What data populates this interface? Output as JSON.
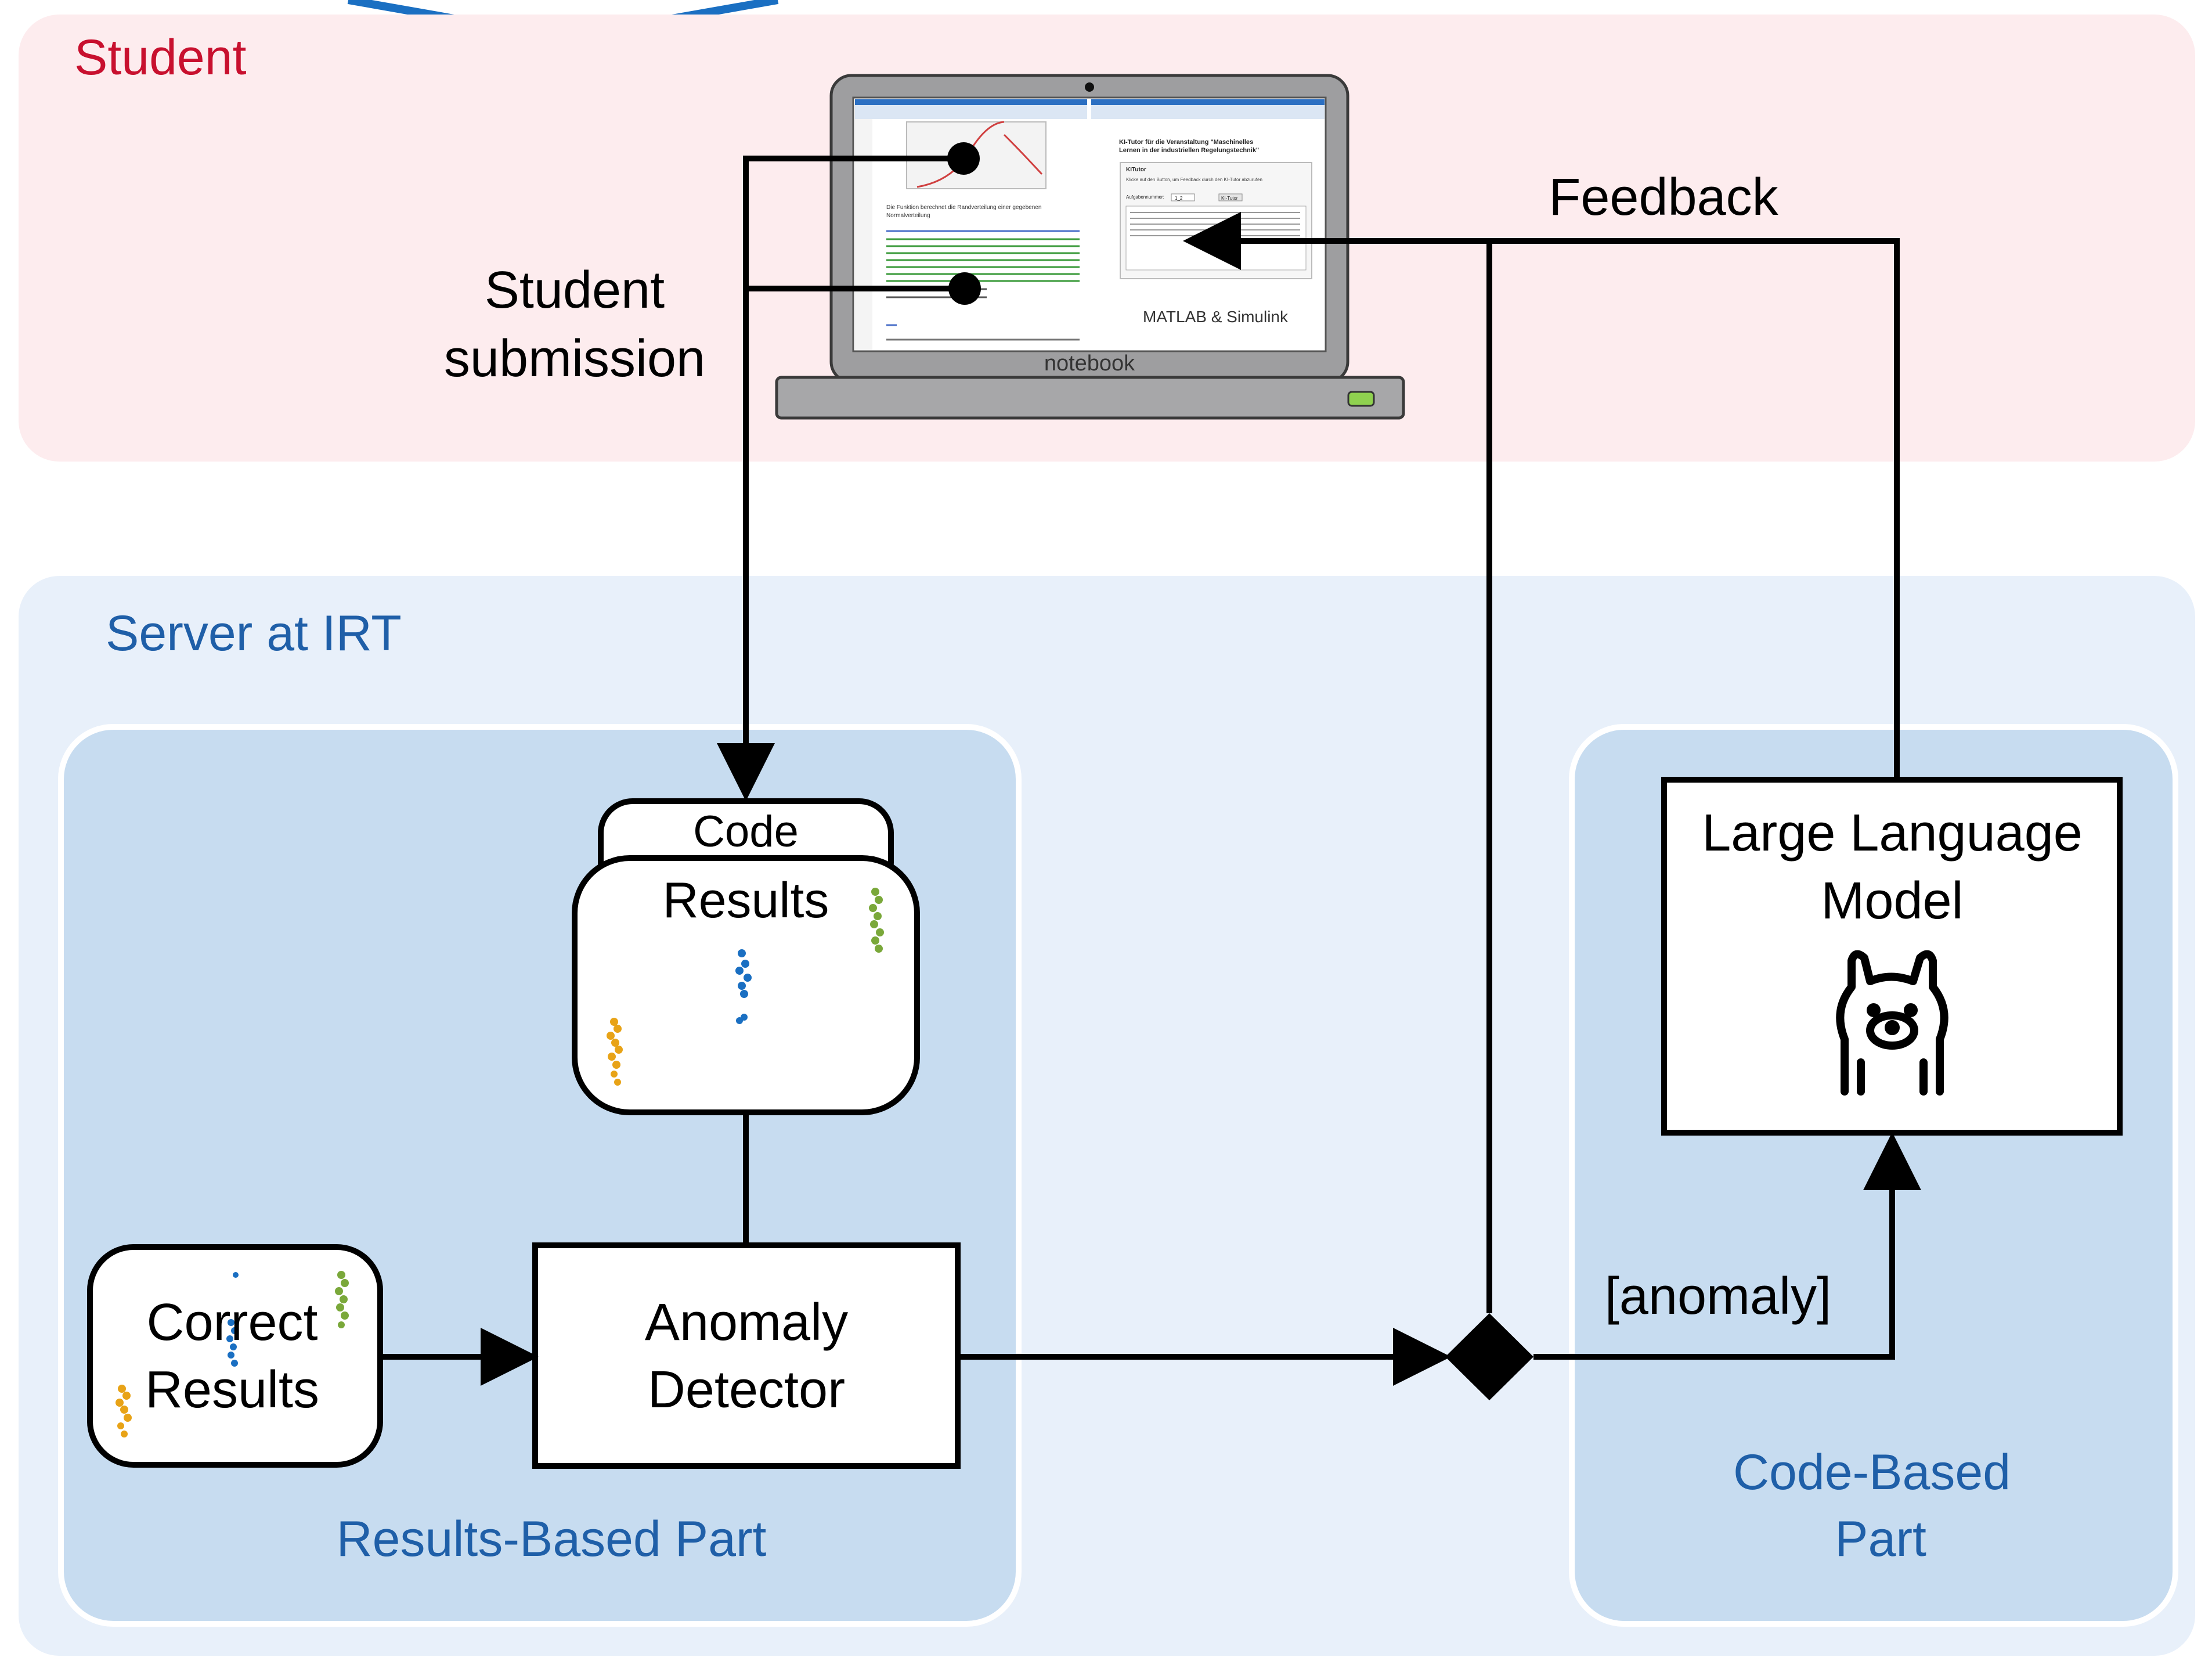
{
  "zones": {
    "student": {
      "label": "Student",
      "color": "#c8102e"
    },
    "server": {
      "label": "Server at IRT",
      "color": "#1f5fa8"
    },
    "results_part": {
      "label": "Results-Based Part"
    },
    "code_part": {
      "label_line1": "Code-Based",
      "label_line2": "Part"
    }
  },
  "laptop": {
    "label": "notebook",
    "right_pane": {
      "title_line1": "KI-Tutor für die Veranstaltung \"Maschinelles",
      "title_line2": "Lernen in der industriellen Regelungstechnik\"",
      "section": "KITutor",
      "hint": "Klicke auf den Button, um Feedback durch den KI-Tutor abzurufen",
      "field_label": "Aufgabennummer:",
      "field_value": "1_2",
      "button": "KI-Tutor",
      "footer": "MATLAB & Simulink"
    },
    "left_pane": {
      "text_line1": "Die Funktion berechnet die Randverteilung einer gegebenen",
      "text_line2": "Normalverteilung"
    }
  },
  "labels": {
    "student_submission_line1": "Student",
    "student_submission_line2": "submission",
    "feedback": "Feedback",
    "anomaly_guard": "[anomaly]"
  },
  "nodes": {
    "code_tab": "Code",
    "results": "Results",
    "correct_line1": "Correct",
    "correct_line2": "Results",
    "detector_line1": "Anomaly",
    "detector_line2": "Detector",
    "llm_line1": "Large Language",
    "llm_line2": "Model"
  },
  "icons": {
    "llm": "llama-icon"
  },
  "colors": {
    "student_bg": "#fdecee",
    "server_bg": "#e8f0fa",
    "part_bg": "#c7dcf0",
    "dot_orange": "#e8a317",
    "dot_blue": "#1a6fc2",
    "dot_green": "#7aa83a"
  }
}
